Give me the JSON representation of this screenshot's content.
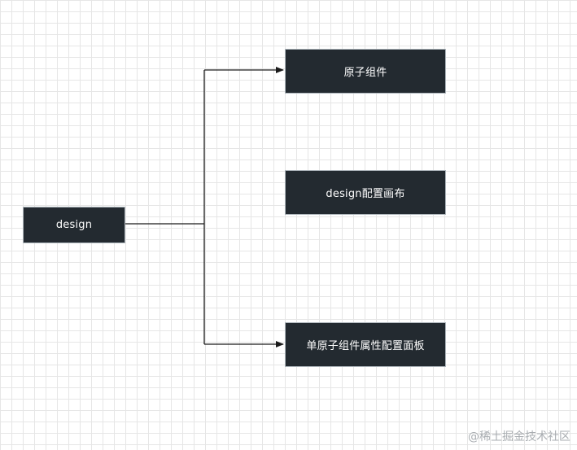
{
  "nodes": {
    "root": "design",
    "atomic_components": "原子组件",
    "design_canvas": "design配置画布",
    "property_panel": "单原子组件属性配置面板"
  },
  "watermark": "@稀土掘金技术社区",
  "colors": {
    "node_fill": "#232a30",
    "node_border": "#aeb6bc",
    "node_text": "#ffffff",
    "connector": "#1a1a1a",
    "grid": "#e6e6e6",
    "watermark": "#a9adb1"
  }
}
